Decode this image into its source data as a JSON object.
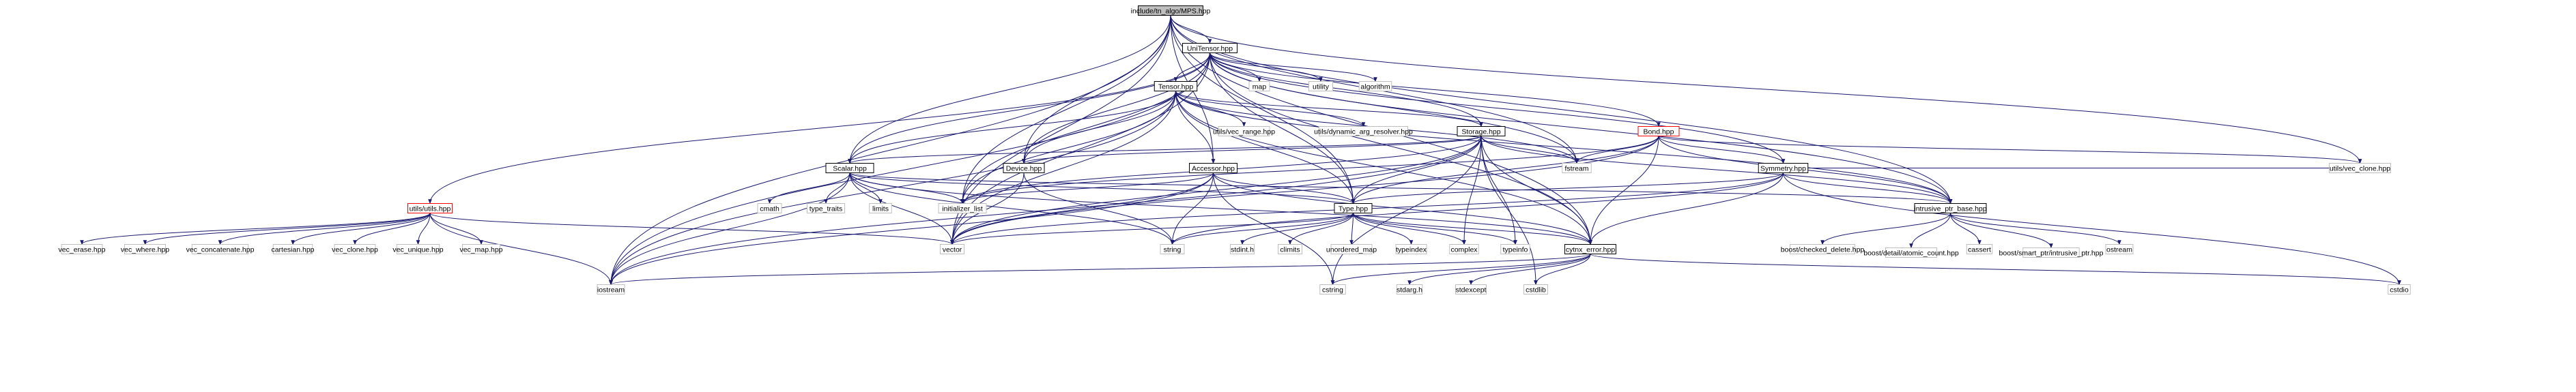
{
  "diagram": {
    "nodes": [
      {
        "id": "root",
        "label": "include/tn_algo/MPS.hpp",
        "style": "root"
      },
      {
        "id": "unitensor",
        "label": "UniTensor.hpp",
        "style": "box"
      },
      {
        "id": "tensor",
        "label": "Tensor.hpp",
        "style": "box"
      },
      {
        "id": "storage",
        "label": "Storage.hpp",
        "style": "box"
      },
      {
        "id": "bond",
        "label": "Bond.hpp",
        "style": "red"
      },
      {
        "id": "symmetry",
        "label": "Symmetry.hpp",
        "style": "box"
      },
      {
        "id": "scalar",
        "label": "Scalar.hpp",
        "style": "box"
      },
      {
        "id": "device",
        "label": "Device.hpp",
        "style": "box"
      },
      {
        "id": "accessor",
        "label": "Accessor.hpp",
        "style": "box"
      },
      {
        "id": "type",
        "label": "Type.hpp",
        "style": "box"
      },
      {
        "id": "intrusive",
        "label": "intrusive_ptr_base.hpp",
        "style": "box"
      },
      {
        "id": "cytnx_error",
        "label": "cytnx_error.hpp",
        "style": "box"
      },
      {
        "id": "utils",
        "label": "utils/utils.hpp",
        "style": "red"
      },
      {
        "id": "vec_clone_top",
        "label": "utils/vec_clone.hpp",
        "style": "grey"
      },
      {
        "id": "map",
        "label": "map",
        "style": "grey"
      },
      {
        "id": "utility",
        "label": "utility",
        "style": "grey"
      },
      {
        "id": "algorithm",
        "label": "algorithm",
        "style": "grey"
      },
      {
        "id": "vec_range",
        "label": "utils/vec_range.hpp",
        "style": "grey"
      },
      {
        "id": "dyn_arg",
        "label": "utils/dynamic_arg_resolver.hpp",
        "style": "grey"
      },
      {
        "id": "fstream",
        "label": "fstream",
        "style": "grey"
      },
      {
        "id": "cmath",
        "label": "cmath",
        "style": "grey"
      },
      {
        "id": "type_traits",
        "label": "type_traits",
        "style": "grey"
      },
      {
        "id": "limits",
        "label": "limits",
        "style": "grey"
      },
      {
        "id": "init_list",
        "label": "initializer_list",
        "style": "grey"
      },
      {
        "id": "vector",
        "label": "vector",
        "style": "grey"
      },
      {
        "id": "string",
        "label": "string",
        "style": "grey"
      },
      {
        "id": "stdint",
        "label": "stdint.h",
        "style": "grey"
      },
      {
        "id": "climits",
        "label": "climits",
        "style": "grey"
      },
      {
        "id": "unordered_map",
        "label": "unordered_map",
        "style": "grey"
      },
      {
        "id": "typeindex",
        "label": "typeindex",
        "style": "grey"
      },
      {
        "id": "complex",
        "label": "complex",
        "style": "grey"
      },
      {
        "id": "typeinfo",
        "label": "typeinfo",
        "style": "grey"
      },
      {
        "id": "boost_checked",
        "label": "boost/checked_delete.hpp",
        "style": "grey"
      },
      {
        "id": "boost_atomic",
        "label": "boost/detail/atomic_count.hpp",
        "style": "grey"
      },
      {
        "id": "cassert",
        "label": "cassert",
        "style": "grey"
      },
      {
        "id": "boost_smart",
        "label": "boost/smart_ptr/intrusive_ptr.hpp",
        "style": "grey"
      },
      {
        "id": "ostream",
        "label": "ostream",
        "style": "grey"
      },
      {
        "id": "cstdio",
        "label": "cstdio",
        "style": "grey"
      },
      {
        "id": "iostream",
        "label": "iostream",
        "style": "grey"
      },
      {
        "id": "cstring",
        "label": "cstring",
        "style": "grey"
      },
      {
        "id": "stdargh",
        "label": "stdarg.h",
        "style": "grey"
      },
      {
        "id": "stdexcept",
        "label": "stdexcept",
        "style": "grey"
      },
      {
        "id": "cstdlib",
        "label": "cstdlib",
        "style": "grey"
      },
      {
        "id": "vec_erase",
        "label": "vec_erase.hpp",
        "style": "grey"
      },
      {
        "id": "vec_where",
        "label": "vec_where.hpp",
        "style": "grey"
      },
      {
        "id": "vec_concatenate",
        "label": "vec_concatenate.hpp",
        "style": "grey"
      },
      {
        "id": "cartesian",
        "label": "cartesian.hpp",
        "style": "grey"
      },
      {
        "id": "vec_clone",
        "label": "vec_clone.hpp",
        "style": "grey"
      },
      {
        "id": "vec_unique",
        "label": "vec_unique.hpp",
        "style": "grey"
      },
      {
        "id": "vec_map",
        "label": "vec_map.hpp",
        "style": "grey"
      }
    ],
    "edges": [
      [
        "root",
        "unitensor"
      ],
      [
        "root",
        "scalar"
      ],
      [
        "root",
        "device"
      ],
      [
        "root",
        "accessor"
      ],
      [
        "root",
        "type"
      ],
      [
        "root",
        "fstream"
      ],
      [
        "root",
        "vec_clone_top"
      ],
      [
        "root",
        "intrusive"
      ],
      [
        "root",
        "cytnx_error"
      ],
      [
        "root",
        "init_list"
      ],
      [
        "root",
        "vector"
      ],
      [
        "root",
        "iostream"
      ],
      [
        "unitensor",
        "tensor"
      ],
      [
        "unitensor",
        "map"
      ],
      [
        "unitensor",
        "utility"
      ],
      [
        "unitensor",
        "algorithm"
      ],
      [
        "unitensor",
        "storage"
      ],
      [
        "unitensor",
        "bond"
      ],
      [
        "unitensor",
        "symmetry"
      ],
      [
        "unitensor",
        "scalar"
      ],
      [
        "unitensor",
        "device"
      ],
      [
        "unitensor",
        "type"
      ],
      [
        "unitensor",
        "intrusive"
      ],
      [
        "unitensor",
        "cytnx_error"
      ],
      [
        "unitensor",
        "utils"
      ],
      [
        "unitensor",
        "fstream"
      ],
      [
        "unitensor",
        "init_list"
      ],
      [
        "unitensor",
        "vector"
      ],
      [
        "unitensor",
        "iostream"
      ],
      [
        "tensor",
        "vec_range"
      ],
      [
        "tensor",
        "dyn_arg"
      ],
      [
        "tensor",
        "storage"
      ],
      [
        "tensor",
        "scalar"
      ],
      [
        "tensor",
        "device"
      ],
      [
        "tensor",
        "accessor"
      ],
      [
        "tensor",
        "type"
      ],
      [
        "tensor",
        "intrusive"
      ],
      [
        "tensor",
        "cytnx_error"
      ],
      [
        "tensor",
        "fstream"
      ],
      [
        "tensor",
        "init_list"
      ],
      [
        "tensor",
        "vector"
      ],
      [
        "tensor",
        "iostream"
      ],
      [
        "storage",
        "device"
      ],
      [
        "storage",
        "scalar"
      ],
      [
        "storage",
        "type"
      ],
      [
        "storage",
        "intrusive"
      ],
      [
        "storage",
        "cytnx_error"
      ],
      [
        "storage",
        "fstream"
      ],
      [
        "storage",
        "init_list"
      ],
      [
        "storage",
        "vector"
      ],
      [
        "storage",
        "complex"
      ],
      [
        "storage",
        "typeinfo"
      ],
      [
        "storage",
        "cstring"
      ],
      [
        "storage",
        "cstdlib"
      ],
      [
        "storage",
        "iostream"
      ],
      [
        "bond",
        "symmetry"
      ],
      [
        "bond",
        "type"
      ],
      [
        "bond",
        "intrusive"
      ],
      [
        "bond",
        "cytnx_error"
      ],
      [
        "bond",
        "fstream"
      ],
      [
        "bond",
        "init_list"
      ],
      [
        "bond",
        "vector"
      ],
      [
        "bond",
        "vec_clone_top"
      ],
      [
        "symmetry",
        "type"
      ],
      [
        "symmetry",
        "intrusive"
      ],
      [
        "symmetry",
        "cytnx_error"
      ],
      [
        "symmetry",
        "vector"
      ],
      [
        "symmetry",
        "string"
      ],
      [
        "symmetry",
        "vec_clone_top"
      ],
      [
        "symmetry",
        "cstdio"
      ],
      [
        "scalar",
        "cmath"
      ],
      [
        "scalar",
        "type_traits"
      ],
      [
        "scalar",
        "limits"
      ],
      [
        "scalar",
        "init_list"
      ],
      [
        "scalar",
        "type"
      ],
      [
        "scalar",
        "intrusive"
      ],
      [
        "scalar",
        "cytnx_error"
      ],
      [
        "scalar",
        "vector"
      ],
      [
        "scalar",
        "string"
      ],
      [
        "scalar",
        "iostream"
      ],
      [
        "device",
        "vector"
      ],
      [
        "device",
        "string"
      ],
      [
        "accessor",
        "type"
      ],
      [
        "accessor",
        "cytnx_error"
      ],
      [
        "accessor",
        "init_list"
      ],
      [
        "accessor",
        "vector"
      ],
      [
        "accessor",
        "string"
      ],
      [
        "accessor",
        "iostream"
      ],
      [
        "accessor",
        "cstring"
      ],
      [
        "type",
        "string"
      ],
      [
        "type",
        "stdint"
      ],
      [
        "type",
        "climits"
      ],
      [
        "type",
        "unordered_map"
      ],
      [
        "type",
        "typeindex"
      ],
      [
        "type",
        "complex"
      ],
      [
        "type",
        "typeinfo"
      ],
      [
        "type",
        "cytnx_error"
      ],
      [
        "type",
        "vector"
      ],
      [
        "intrusive",
        "boost_checked"
      ],
      [
        "intrusive",
        "boost_atomic"
      ],
      [
        "intrusive",
        "cassert"
      ],
      [
        "intrusive",
        "boost_smart"
      ],
      [
        "intrusive",
        "ostream"
      ],
      [
        "cytnx_error",
        "iostream"
      ],
      [
        "cytnx_error",
        "cstring"
      ],
      [
        "cytnx_error",
        "stdargh"
      ],
      [
        "cytnx_error",
        "stdexcept"
      ],
      [
        "cytnx_error",
        "cstdlib"
      ],
      [
        "cytnx_error",
        "cstdio"
      ],
      [
        "utils",
        "vec_erase"
      ],
      [
        "utils",
        "vec_where"
      ],
      [
        "utils",
        "vec_concatenate"
      ],
      [
        "utils",
        "cartesian"
      ],
      [
        "utils",
        "vec_clone"
      ],
      [
        "utils",
        "vec_unique"
      ],
      [
        "utils",
        "vec_map"
      ],
      [
        "utils",
        "vector"
      ],
      [
        "utils",
        "iostream"
      ]
    ]
  }
}
